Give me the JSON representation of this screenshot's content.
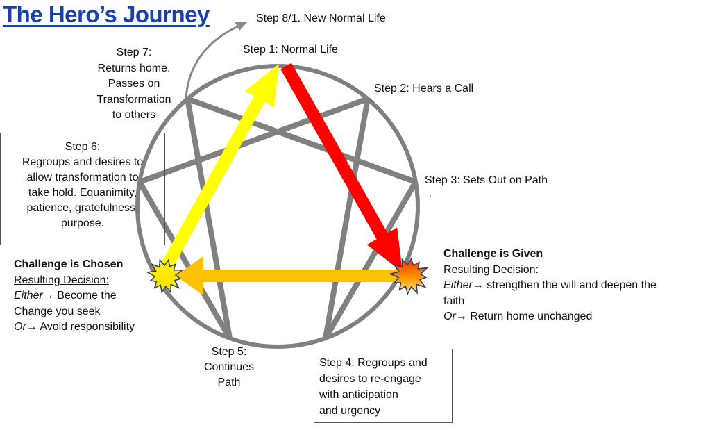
{
  "title": "The Hero’s Journey",
  "colors": {
    "title": "#1a3fb0",
    "enneagram": "#808080",
    "arrow_step1_to_given": "#ff0000",
    "arrow_given_to_chosen": "#ffc000",
    "arrow_chosen_to_step1": "#ffff00",
    "return_arrow": "#888888",
    "burst_chosen": "#ffee00",
    "burst_given_top": "#ff4000",
    "burst_given_bottom": "#ffe080",
    "burst_outline": "#2a3a66"
  },
  "steps": {
    "step8": "Step 8/1. New Normal Life",
    "step1": "Step 1: Normal Life",
    "step2": "Step 2: Hears a Call",
    "step3": "Step 3: Sets Out on Path",
    "step4": [
      "Step 4: Regroups and",
      "desires to re-engage",
      "with anticipation",
      "and urgency"
    ],
    "step5": [
      "Step 5:",
      "Continues",
      "Path"
    ],
    "step6": [
      "Step 6:",
      "Regroups and desires to",
      "allow transformation to",
      "take hold. Equanimity,",
      "patience, gratefulness,",
      "purpose."
    ],
    "step7": [
      "Step 7:",
      "Returns home.",
      "Passes on",
      "Transformation",
      "to others"
    ]
  },
  "challenge_chosen": {
    "heading": "Challenge is Chosen",
    "subheading": "Resulting Decision:",
    "either_label": "Either",
    "either_text": " Become the",
    "either_text_2": "Change you seek",
    "or_label": "Or",
    "or_text": " Avoid responsibility",
    "arrow_glyph": "→"
  },
  "challenge_given": {
    "heading": "Challenge is Given",
    "subheading": "Resulting Decision:",
    "either_label": "Either",
    "either_text": " strengthen the will and deepen the",
    "either_text_2": "faith",
    "or_label": "Or",
    "or_text": " Return home unchanged",
    "arrow_glyph": "→"
  }
}
